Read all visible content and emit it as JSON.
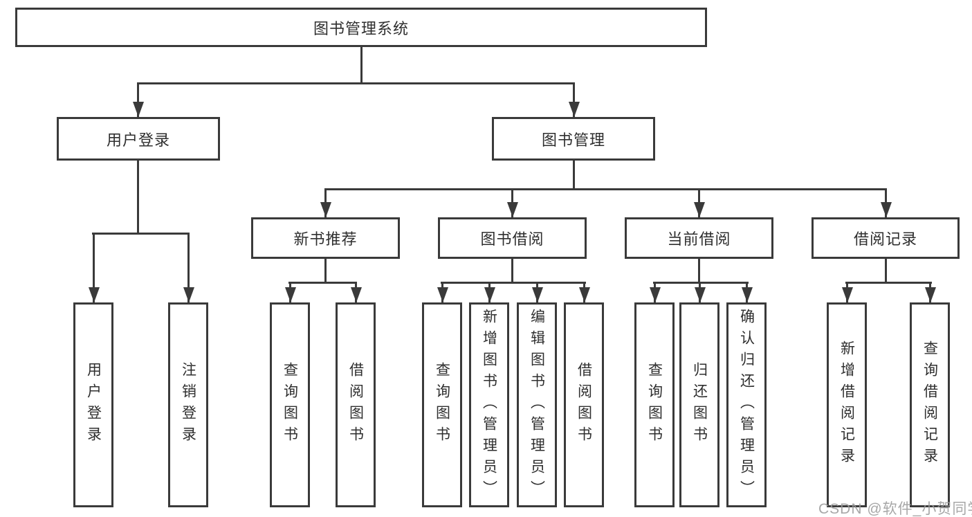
{
  "diagram": {
    "root": {
      "label": "图书管理系统"
    },
    "level1": [
      {
        "label": "用户登录"
      },
      {
        "label": "图书管理"
      }
    ],
    "level2": [
      {
        "label": "新书推荐"
      },
      {
        "label": "图书借阅"
      },
      {
        "label": "当前借阅"
      },
      {
        "label": "借阅记录"
      }
    ],
    "leaves": [
      {
        "label": "用户登录"
      },
      {
        "label": "注销登录"
      },
      {
        "label": "查询图书"
      },
      {
        "label": "借阅图书"
      },
      {
        "label": "查询图书"
      },
      {
        "label": "新增图书（管理员）"
      },
      {
        "label": "编辑图书（管理员）"
      },
      {
        "label": "借阅图书"
      },
      {
        "label": "查询图书"
      },
      {
        "label": "归还图书"
      },
      {
        "label": "确认归还（管理员）"
      },
      {
        "label": "新增借阅记录"
      },
      {
        "label": "查询借阅记录"
      }
    ]
  },
  "watermark": {
    "text": "CSDN @软件_小贺同学"
  },
  "colors": {
    "line": "#3a3a3a",
    "text": "#2e2e2e",
    "watermark": "#9b9b9b",
    "background": "#ffffff"
  }
}
